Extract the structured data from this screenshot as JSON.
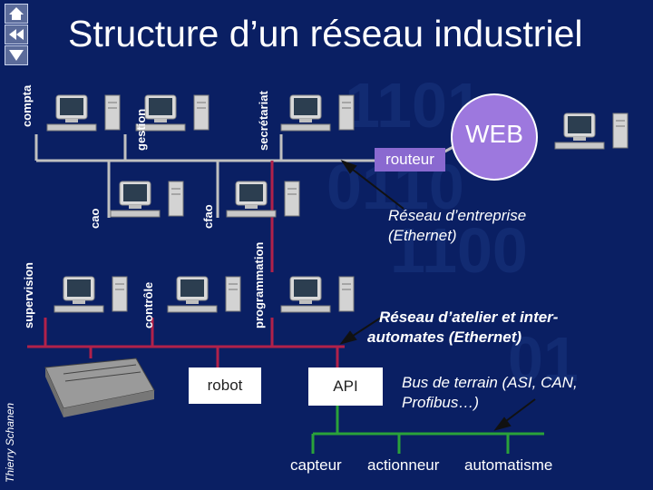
{
  "slide": {
    "title": "Structure d’un réseau industriel",
    "author": "Thierry Schanen"
  },
  "nodes": {
    "compta": "compta",
    "gestion": "gestion",
    "secretariat": "secrétariat",
    "cao": "cao",
    "cfao": "cfao",
    "supervision": "supervision",
    "controle": "contrôle",
    "programmation": "programmation",
    "web": "WEB",
    "routeur": "routeur",
    "robot": "robot",
    "api": "API"
  },
  "networks": {
    "entreprise_line1": "Réseau d’entreprise",
    "entreprise_line2": "(Ethernet)",
    "atelier_line1": "Réseau d’atelier et inter-",
    "atelier_line2": "automates (Ethernet)",
    "bus_line1": "Bus de terrain (ASI, CAN,",
    "bus_line2": "Profibus…)"
  },
  "field_devices": {
    "capteur": "capteur",
    "actionneur": "actionneur",
    "automatisme": "automatisme"
  },
  "colors": {
    "background": "#0a1f63",
    "enterprise_line": "#c0c0c0",
    "workshop_line": "#b1214a",
    "field_bus": "#2aa23a",
    "web_bubble": "#9d78de",
    "router_box": "#8a69d0"
  }
}
